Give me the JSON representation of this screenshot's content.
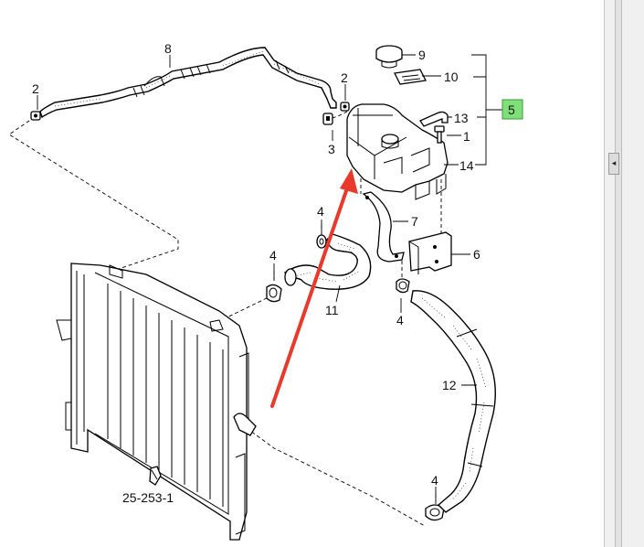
{
  "diagram": {
    "callouts": {
      "c8": "8",
      "c2_left": "2",
      "c2_mid": "2",
      "c3": "3",
      "c9": "9",
      "c10": "10",
      "c13": "13",
      "c5": "5",
      "c1": "1",
      "c14": "14",
      "c4_upper": "4",
      "c7": "7",
      "c4_left": "4",
      "c6": "6",
      "c11": "11",
      "c4_right": "4",
      "c12": "12",
      "c4_bottom": "4"
    },
    "reference": "25-253-1",
    "highlight_color": "#7fe07a",
    "annotation_color": "#e8392b"
  },
  "panel": {
    "collapse_glyph": "◂"
  }
}
